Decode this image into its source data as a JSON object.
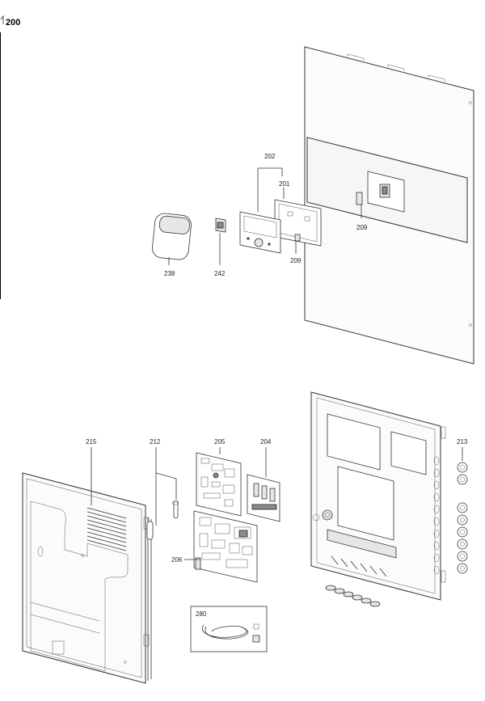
{
  "diagram": {
    "title": "200",
    "callouts": {
      "p202": "202",
      "p201": "201",
      "p209a": "209",
      "p209b": "209",
      "p238": "238",
      "p242": "242",
      "p215": "215",
      "p212": "212",
      "p205": "205",
      "p204": "204",
      "p213": "213",
      "p206": "206",
      "p280": "280"
    }
  }
}
